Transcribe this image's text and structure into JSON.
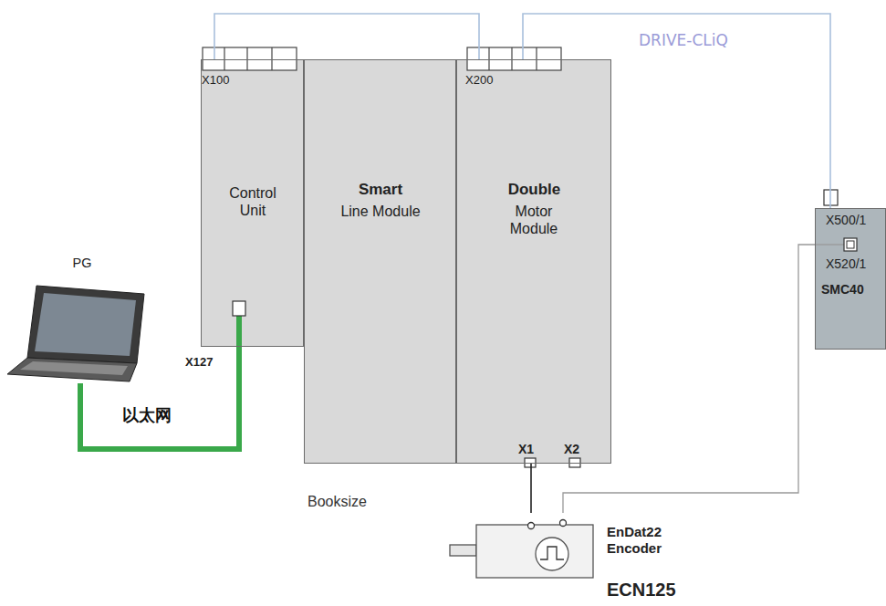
{
  "diagram": {
    "nodes": [
      {
        "text": [
          "PG"
        ]
      },
      {
        "text": [
          "Control Unit"
        ]
      },
      {
        "text": [
          "Smart",
          "Line Module"
        ]
      },
      {
        "text": [
          "Double",
          "Motor Module"
        ]
      },
      {
        "text": [
          "SMC40"
        ]
      },
      {
        "text": [
          "EnDat22 Encoder",
          "ECN125"
        ]
      }
    ],
    "edges": [
      {
        "from": 1,
        "to": 3,
        "arrow": "none"
      },
      {
        "from": 3,
        "to": 4,
        "label": "DRIVE-CLiQ",
        "arrow": "none"
      },
      {
        "from": 0,
        "to": 1,
        "label": "以太网",
        "arrow": "none"
      },
      {
        "from": 3,
        "to": 5,
        "arrow": "none"
      },
      {
        "from": 5,
        "to": 4,
        "arrow": "none"
      }
    ],
    "labels": [
      "X100",
      "X200",
      "X127",
      "X1",
      "X2",
      "X500/1",
      "X520/1",
      "Booksize"
    ]
  }
}
